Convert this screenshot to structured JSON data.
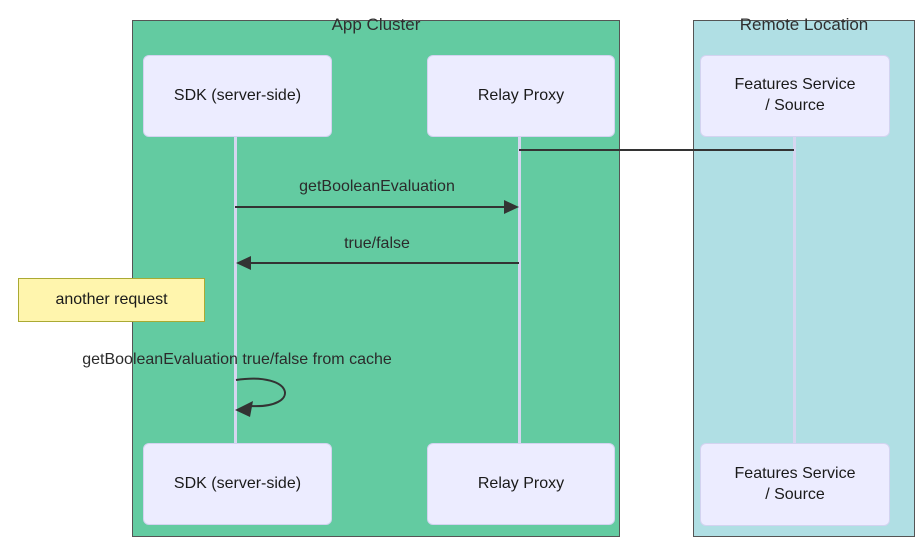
{
  "diagram_type": "sequence-diagram",
  "groups": [
    {
      "label": "App Cluster",
      "fill": "#63cba1"
    },
    {
      "label": "Remote Location",
      "fill": "#b0dfe4"
    }
  ],
  "participants": [
    {
      "name": "SDK (server-side)",
      "group": "App Cluster"
    },
    {
      "name": "Relay Proxy",
      "group": "App Cluster"
    },
    {
      "name": "Features Service / Source",
      "group": "Remote Location",
      "line1": "Features Service",
      "line2": "/ Source"
    }
  ],
  "messages": [
    {
      "from": "Relay Proxy",
      "to": "Features Service / Source",
      "label": "",
      "style": "plain-line"
    },
    {
      "from": "SDK (server-side)",
      "to": "Relay Proxy",
      "label": "getBooleanEvaluation",
      "style": "solid-arrow"
    },
    {
      "from": "Relay Proxy",
      "to": "SDK (server-side)",
      "label": "true/false",
      "style": "solid-arrow"
    },
    {
      "from": "SDK (server-side)",
      "to": "SDK (server-side)",
      "label": "getBooleanEvaluation true/false from cache",
      "style": "self-loop-arrow"
    }
  ],
  "note": {
    "text": "another request",
    "position": "left of SDK (server-side)"
  },
  "colors": {
    "app_cluster_fill": "#63cba1",
    "remote_location_fill": "#b0dfe4",
    "actor_fill": "#ececff",
    "actor_border": "#d3d3f0",
    "note_fill": "#fff5ad",
    "note_border": "#aaaa33",
    "lifeline": "#d6d6f0",
    "wire": "#333333",
    "container_border": "#555555",
    "background": "#ffffff"
  }
}
